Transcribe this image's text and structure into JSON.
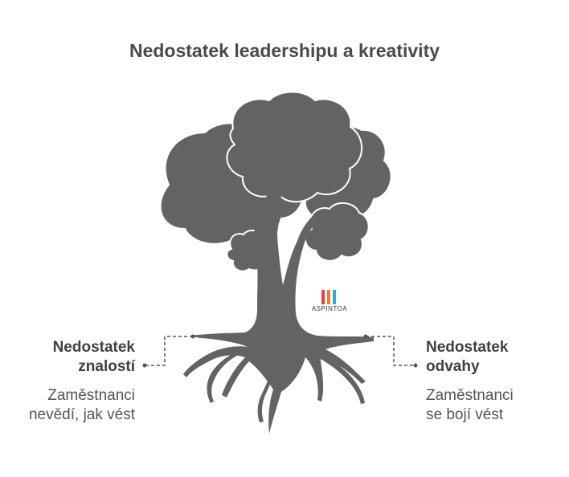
{
  "title": "Nedostatek leadershipu a kreativity",
  "left": {
    "heading": [
      "Nedostatek",
      "znalostí"
    ],
    "description": [
      "Zaměstnanci",
      "nevědí, jak vést"
    ]
  },
  "right": {
    "heading": [
      "Nedostatek",
      "odvahy"
    ],
    "description": [
      "Zaměstnanci",
      "se bojí vést"
    ]
  },
  "logo": {
    "text": "ASPINTOA"
  },
  "colors": {
    "tree": "#636363",
    "connector": "#555555",
    "logo_bars": [
      "#e8413c",
      "#f07d2b",
      "#3aa6d9"
    ]
  }
}
